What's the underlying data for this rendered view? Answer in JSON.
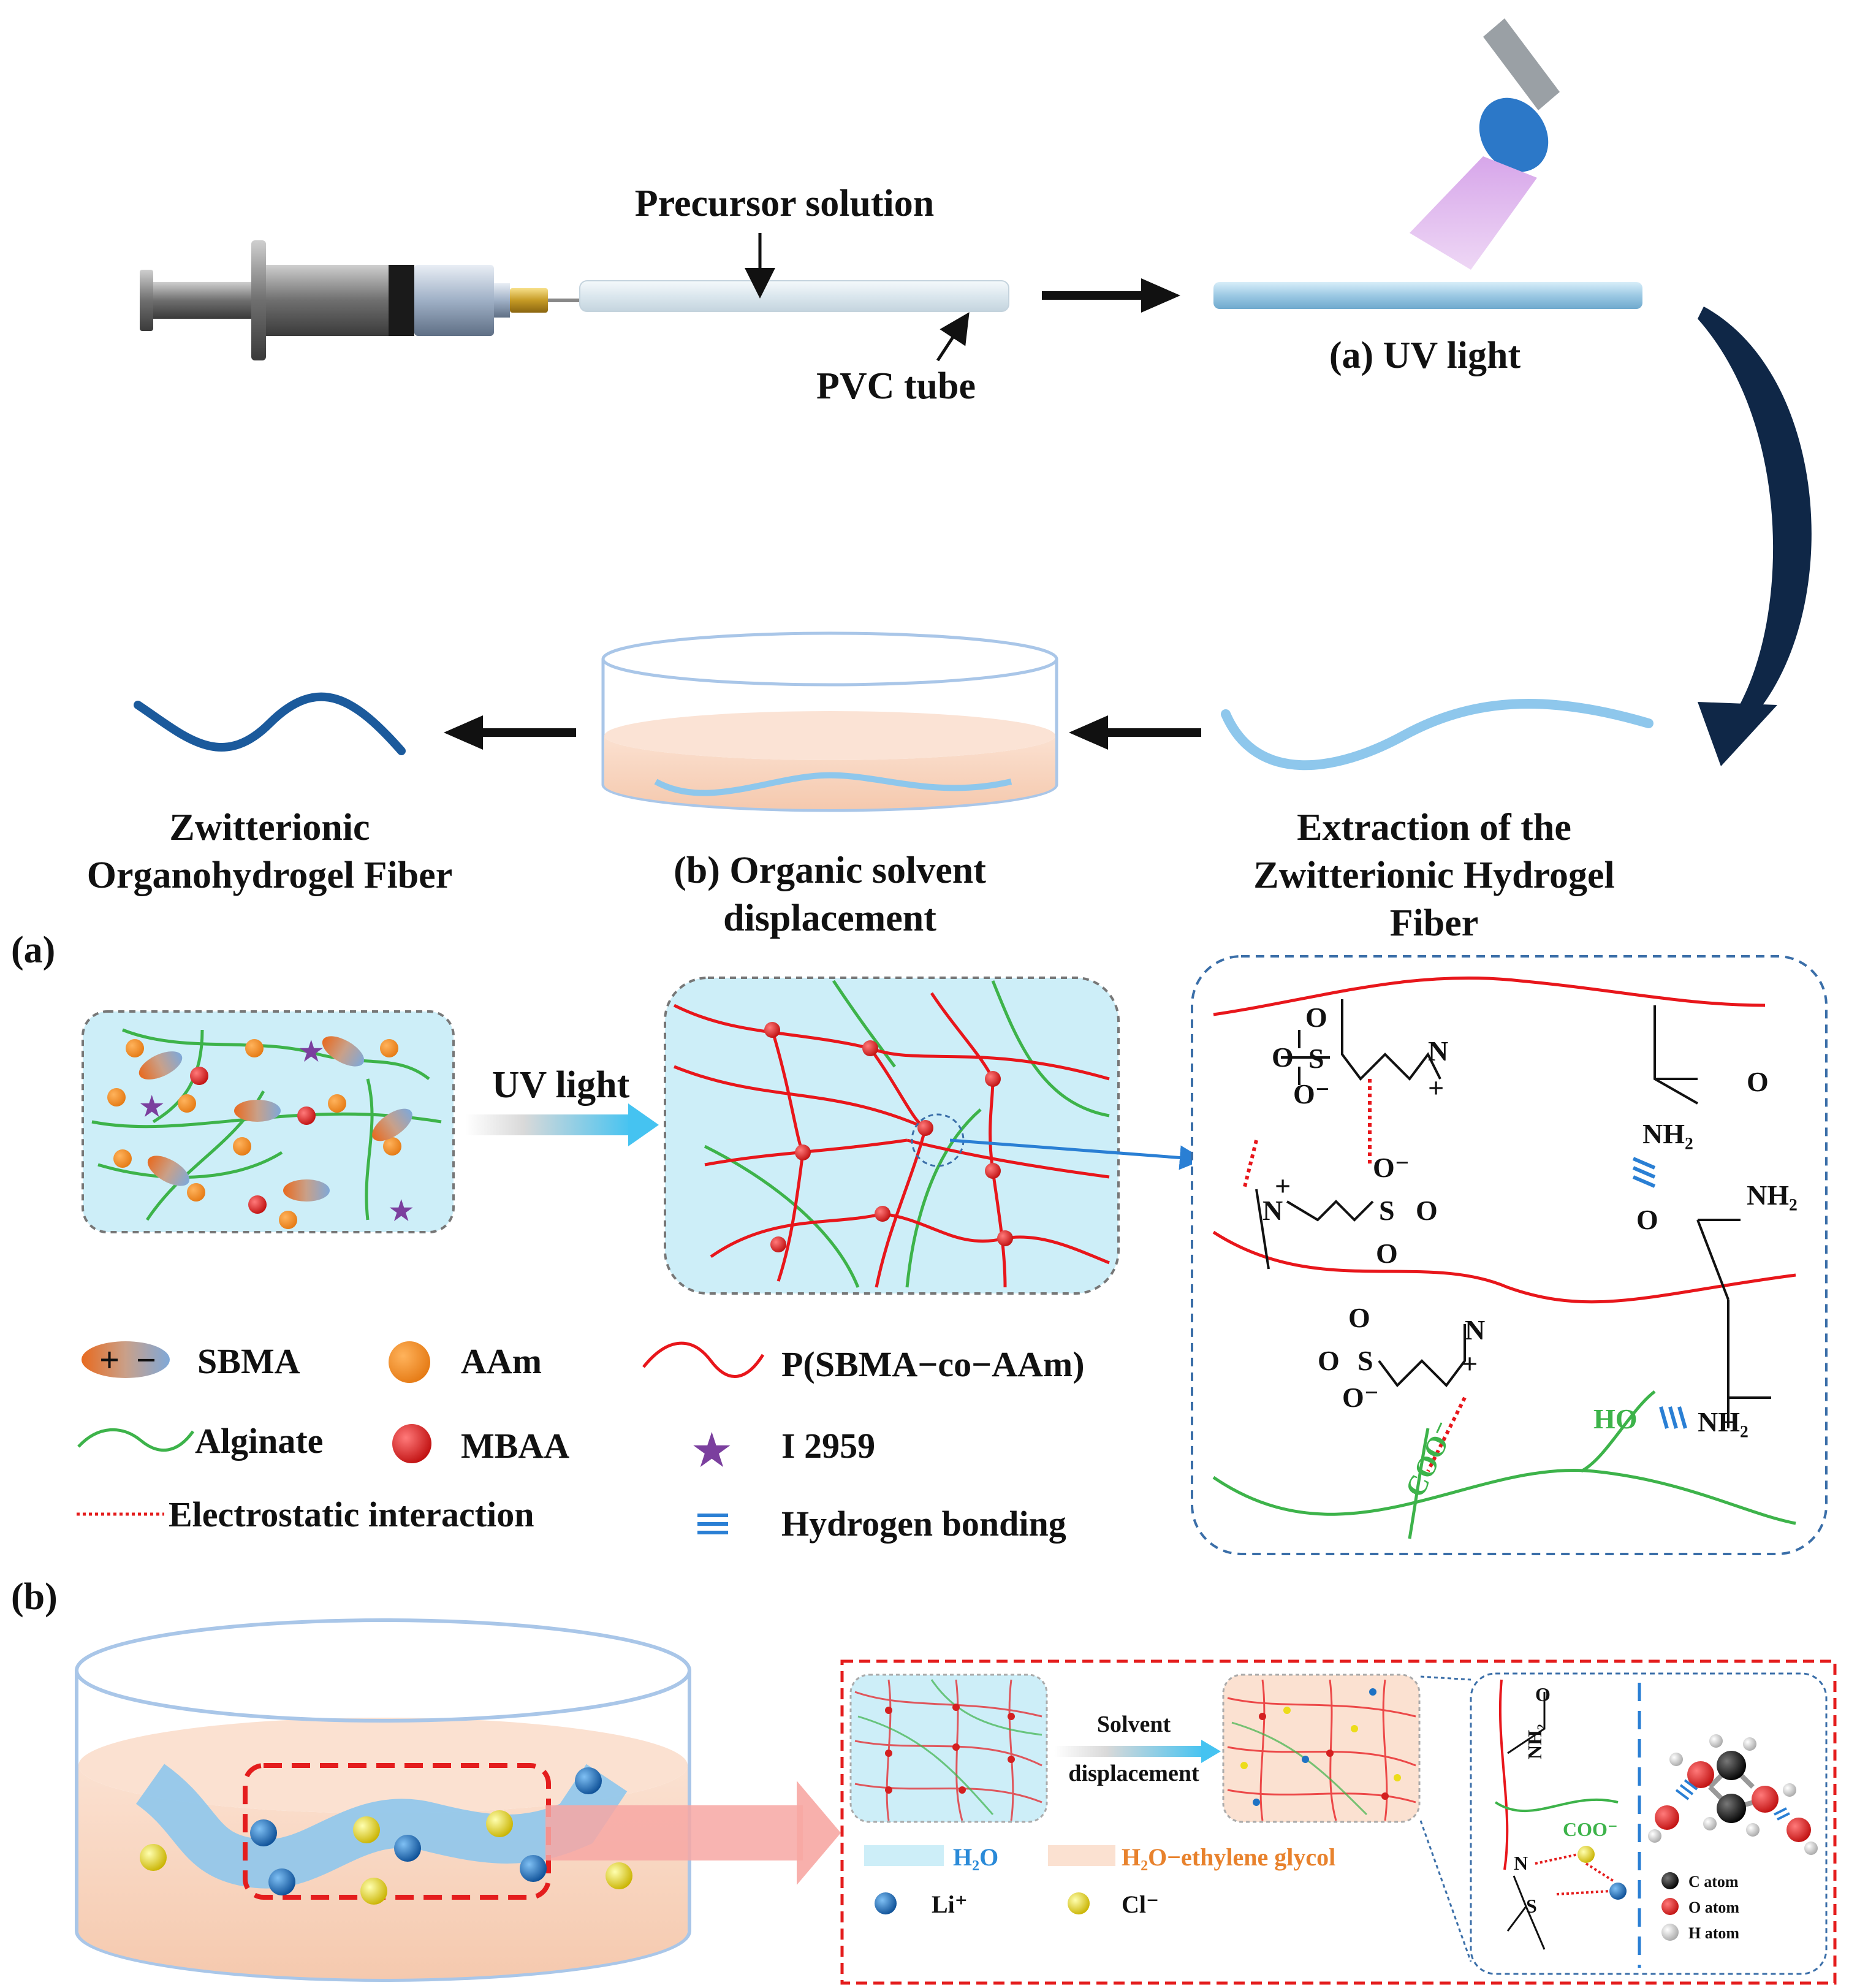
{
  "process": {
    "precursor_label": "Precursor solution",
    "tube_label": "PVC tube",
    "uv_label": "(a)  UV light",
    "extraction_label": [
      "Extraction of the",
      "Zwitterionic  Hydrogel",
      "Fiber"
    ],
    "displacement_label": [
      "(b) Organic solvent",
      "displacement"
    ],
    "product_label": [
      "Zwitterionic",
      "Organohydrogel  Fiber"
    ]
  },
  "panel_a": {
    "tag": "(a)",
    "arrow_label": "UV light",
    "legend": {
      "sbma": "SBMA",
      "aam": "AAm",
      "copolymer": "P(SBMA−co−AAm)",
      "alginate": "Alginate",
      "mbaa": "MBAA",
      "initiator": "I 2959",
      "electrostatic": "Electrostatic interaction",
      "hbond": "Hydrogen bonding",
      "sbma_plus": "+",
      "sbma_minus": "−"
    },
    "chem": {
      "o": "O",
      "s": "S",
      "n": "N",
      "o_minus": "O⁻",
      "nh2": "NH₂",
      "ho": "HO",
      "coo": "COO⁻",
      "plus": "+"
    }
  },
  "panel_b": {
    "tag": "(b)",
    "arrow_label": [
      "Solvent",
      "displacement"
    ],
    "legend": {
      "water": "H₂O",
      "mixture": "H₂O−ethylene glycol",
      "li": "Li⁺",
      "cl": "Cl⁻"
    },
    "atoms": {
      "c": "C atom",
      "o": "O atom",
      "h": "H atom"
    },
    "chem": {
      "nh2": "NH₂",
      "o": "O",
      "coo": "COO⁻",
      "n": "N",
      "s": "S"
    }
  },
  "colors": {
    "water_blue": "#cdeef8",
    "fiber_blue": "#8ec7ec",
    "dark_fiber": "#1b5a9c",
    "glycol_orange": "#f8d7c2",
    "polymer_red": "#e8161b",
    "alginate_green": "#3db34a",
    "mbaa_red": "#d42020",
    "aam_orange": "#f5902e",
    "i2959_purple": "#7b3f9e",
    "li_blue": "#1f73c4",
    "cl_yellow": "#ecdc1a",
    "dash_red": "#e41d1d",
    "dash_blue": "#3a6ea8"
  }
}
